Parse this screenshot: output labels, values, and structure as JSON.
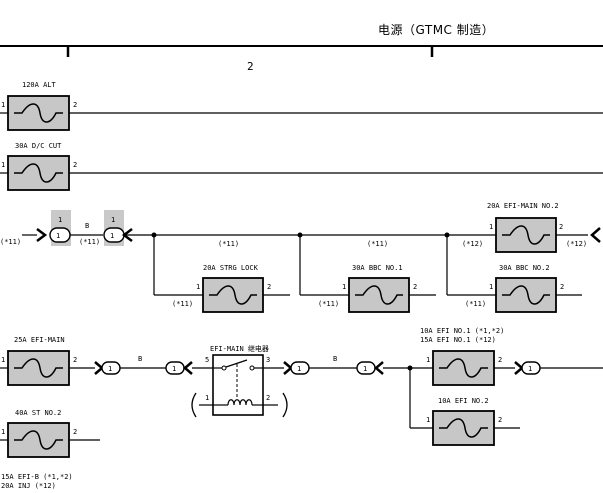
{
  "header": {
    "title": "电源（GTMC 制造）",
    "page_number": "2"
  },
  "fuses": {
    "alt_120a": "120A ALT",
    "dc_cut_30a": "30A D/C CUT",
    "efi_main_no2_20a": "20A EFI-MAIN NO.2",
    "strg_lock_20a": "20A STRG LOCK",
    "bbc_no1_30a": "30A BBC NO.1",
    "bbc_no2_30a": "30A BBC NO.2",
    "efi_main_25a": "25A EFI-MAIN",
    "st_no2_40a": "40A ST NO.2",
    "efi_no1_line1": "10A EFI NO.1 (*1,*2)",
    "efi_no1_line2": "15A EFI NO.1 (*12)",
    "efi_no2_10a": "10A EFI NO.2",
    "efi_b_line1": "15A EFI-B (*1,*2)",
    "efi_b_line2": "20A INJ (*12)"
  },
  "relay": {
    "label": "EFI-MAIN 继电器",
    "pins": [
      "5",
      "3",
      "1",
      "2"
    ]
  },
  "pins": {
    "one": "1",
    "two": "2"
  },
  "wire_colors": {
    "b": "B"
  },
  "notes": {
    "n11": "(*11)",
    "n12": "(*12)"
  },
  "colors": {
    "fuse_fill": "#c7c7c7",
    "highlight": "#c9c9c9",
    "line": "#000000"
  }
}
